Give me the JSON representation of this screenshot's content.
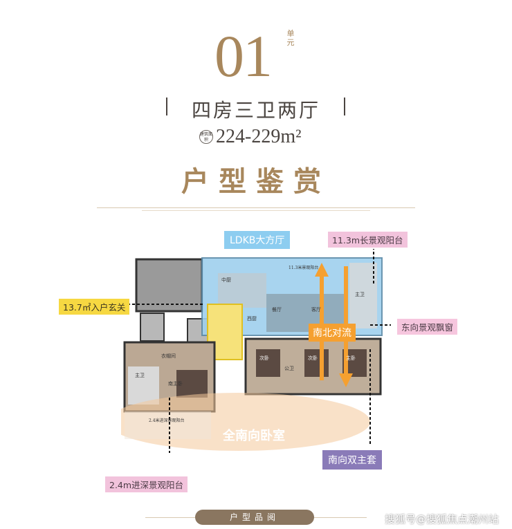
{
  "header": {
    "unit_number": "01",
    "unit_suffix": "单元",
    "layout_type": "四房三卫两厅",
    "area_badge": "建筑面积",
    "area": "224-229m²",
    "section_title": "户型鉴赏"
  },
  "plan": {
    "rooms": {
      "kitchen": "中厨",
      "western_kitchen": "西厨",
      "dining": "餐厅",
      "living": "客厅",
      "bedroom_a": "次卧",
      "bedroom_b": "次卧",
      "bedroom_master_east": "主卧",
      "bedroom_master_south": "南主卧",
      "bathroom_public": "公卫",
      "bathroom_master": "主卫",
      "bathroom_east": "主卫",
      "cloakroom": "衣帽间",
      "balcony_long": "11.3米景观阳台",
      "balcony_deep": "2.4米进深景观阳台"
    }
  },
  "callouts": {
    "ldkb": "LDKB大方厅",
    "long_balcony": "11.3m长景观阳台",
    "foyer": "13.7㎡入户玄关",
    "bay_window": "东向景观飘窗",
    "convection": "南北对流",
    "south_bedrooms": "全南向卧室",
    "double_master": "南向双主套",
    "deep_balcony": "2.4m进深景观阳台"
  },
  "footer": {
    "label": "户型品阅",
    "watermark": "搜狐号@搜狐焦点潮州站"
  },
  "colors": {
    "gold": "#a8875c",
    "ldkb_blue": "#8dcdf0",
    "foyer_yellow": "#f6d842",
    "balcony_pink": "#f2c3dc",
    "convection_orange": "#f5a030",
    "double_master_purple": "#8a7bb8"
  }
}
